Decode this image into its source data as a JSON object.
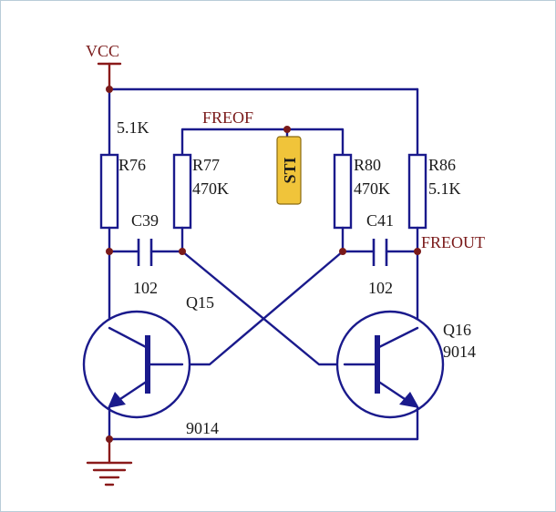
{
  "labels": {
    "vcc": "VCC",
    "r76_value": "5.1K",
    "r76_name": "R76",
    "r77_name": "R77",
    "r77_value": "470K",
    "freof": "FREOF",
    "crystal": "STI",
    "r80_name": "R80",
    "r80_value": "470K",
    "r86_name": "R86",
    "r86_value": "5.1K",
    "c39_name": "C39",
    "c39_value": "102",
    "c41_name": "C41",
    "c41_value": "102",
    "freout": "FREOUT",
    "q15_name": "Q15",
    "q16_name": "Q16",
    "q16_model": "9014",
    "q15_model": "9014"
  },
  "colors": {
    "wire": "#1a1a8c",
    "power_net": "#8a1a1a",
    "junction": "#7a1a1a",
    "crystal": "#f0c43a"
  }
}
